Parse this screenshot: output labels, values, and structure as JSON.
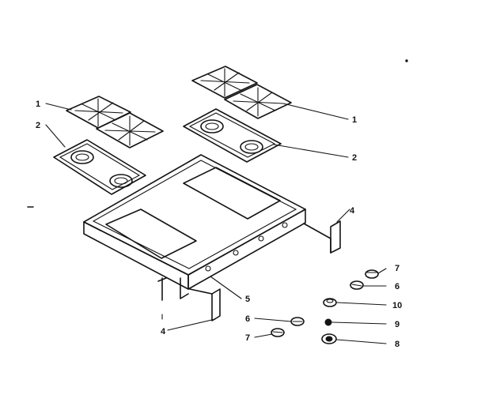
{
  "labels": {
    "grate_left": "1",
    "burner_cover_left": "2",
    "grate_right": "1",
    "burner_cover_right": "2",
    "bracket_right": "4",
    "bracket_left": "4",
    "frame": "5",
    "screw_side": "6",
    "knob_side": "7",
    "knob_top": "7",
    "screw_top": "6",
    "spacer": "10",
    "nut": "9",
    "bezel": "8"
  }
}
